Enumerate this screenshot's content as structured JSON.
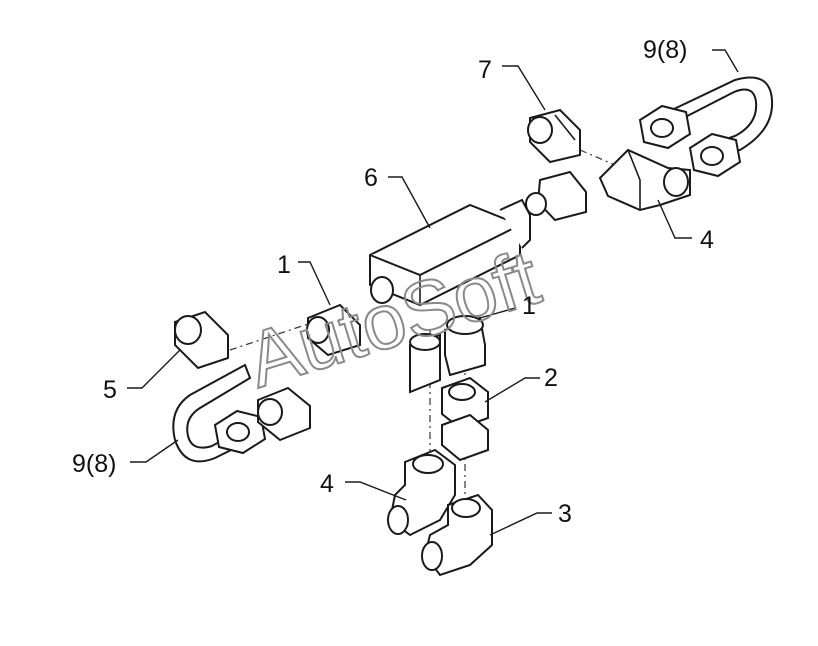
{
  "callouts": [
    {
      "id": "c9top",
      "text": "9(8)"
    },
    {
      "id": "c7",
      "text": "7"
    },
    {
      "id": "c6",
      "text": "6"
    },
    {
      "id": "c4top",
      "text": "4"
    },
    {
      "id": "c1left",
      "text": "1"
    },
    {
      "id": "c1right",
      "text": "1"
    },
    {
      "id": "c5",
      "text": "5"
    },
    {
      "id": "c2",
      "text": "2"
    },
    {
      "id": "c9bottom",
      "text": "9(8)"
    },
    {
      "id": "c4bottom",
      "text": "4"
    },
    {
      "id": "c3",
      "text": "3"
    }
  ],
  "watermark": "AutoSoft",
  "colors": {
    "line": "#1a1a1a",
    "watermark": "#8a8a8a",
    "background": "#ffffff"
  }
}
